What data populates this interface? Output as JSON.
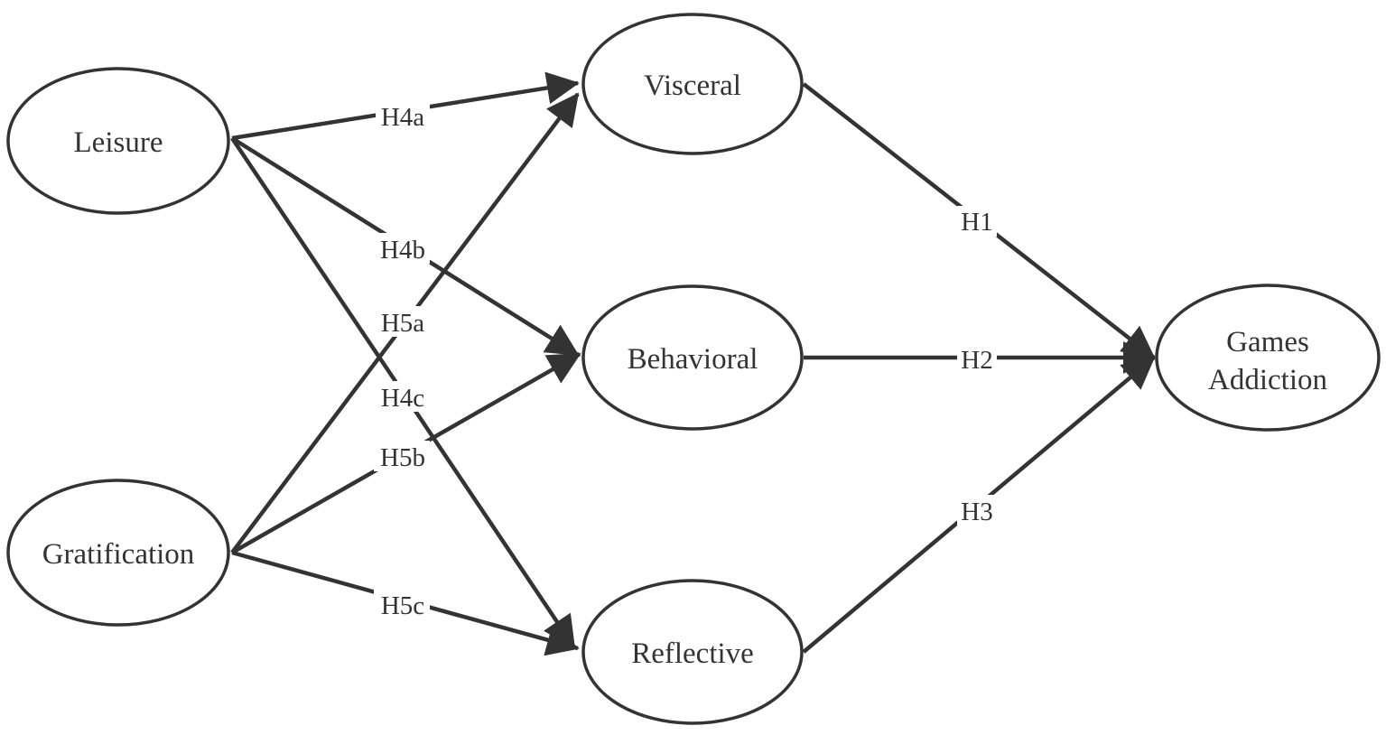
{
  "diagram": {
    "nodes": {
      "leisure": "Leisure",
      "gratification": "Gratification",
      "visceral": "Visceral",
      "behavioral": "Behavioral",
      "reflective": "Reflective",
      "games_addiction_line1": "Games",
      "games_addiction_line2": "Addiction"
    },
    "edges": [
      {
        "from": "Leisure",
        "to": "Visceral",
        "label": "H4a"
      },
      {
        "from": "Leisure",
        "to": "Behavioral",
        "label": "H4b"
      },
      {
        "from": "Leisure",
        "to": "Reflective",
        "label": "H4c"
      },
      {
        "from": "Gratification",
        "to": "Visceral",
        "label": "H5a"
      },
      {
        "from": "Gratification",
        "to": "Behavioral",
        "label": "H5b"
      },
      {
        "from": "Gratification",
        "to": "Reflective",
        "label": "H5c"
      },
      {
        "from": "Visceral",
        "to": "Games Addiction",
        "label": "H1"
      },
      {
        "from": "Behavioral",
        "to": "Games Addiction",
        "label": "H2"
      },
      {
        "from": "Reflective",
        "to": "Games Addiction",
        "label": "H3"
      }
    ],
    "colors": {
      "stroke": "#333333",
      "background": "#ffffff"
    }
  }
}
